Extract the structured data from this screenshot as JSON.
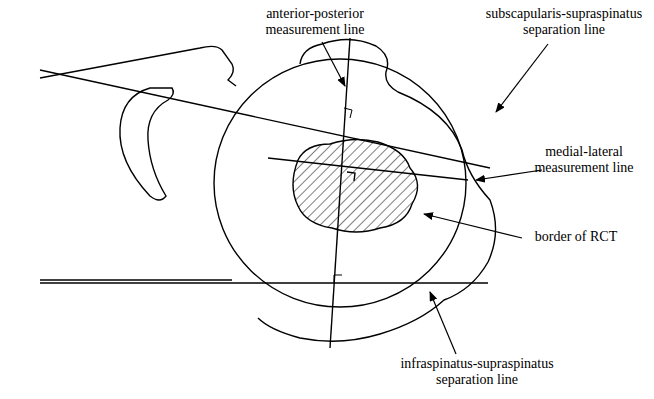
{
  "diagram": {
    "labels": [
      "anterior-posterior measurement line",
      "subscapularis-supraspinatus separation line",
      "medial-lateral measurement line",
      "border of RCT",
      "infraspinatus-supraspinatus separation line"
    ]
  }
}
